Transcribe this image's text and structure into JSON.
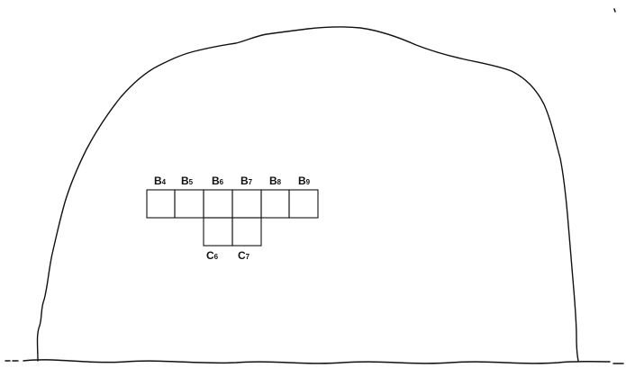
{
  "grid": {
    "top_row": [
      {
        "letter": "B",
        "number": "4"
      },
      {
        "letter": "B",
        "number": "5"
      },
      {
        "letter": "B",
        "number": "6"
      },
      {
        "letter": "B",
        "number": "7"
      },
      {
        "letter": "B",
        "number": "8"
      },
      {
        "letter": "B",
        "number": "9"
      }
    ],
    "bottom_row": [
      {
        "letter": "C",
        "number": "6"
      },
      {
        "letter": "C",
        "number": "7"
      }
    ]
  }
}
